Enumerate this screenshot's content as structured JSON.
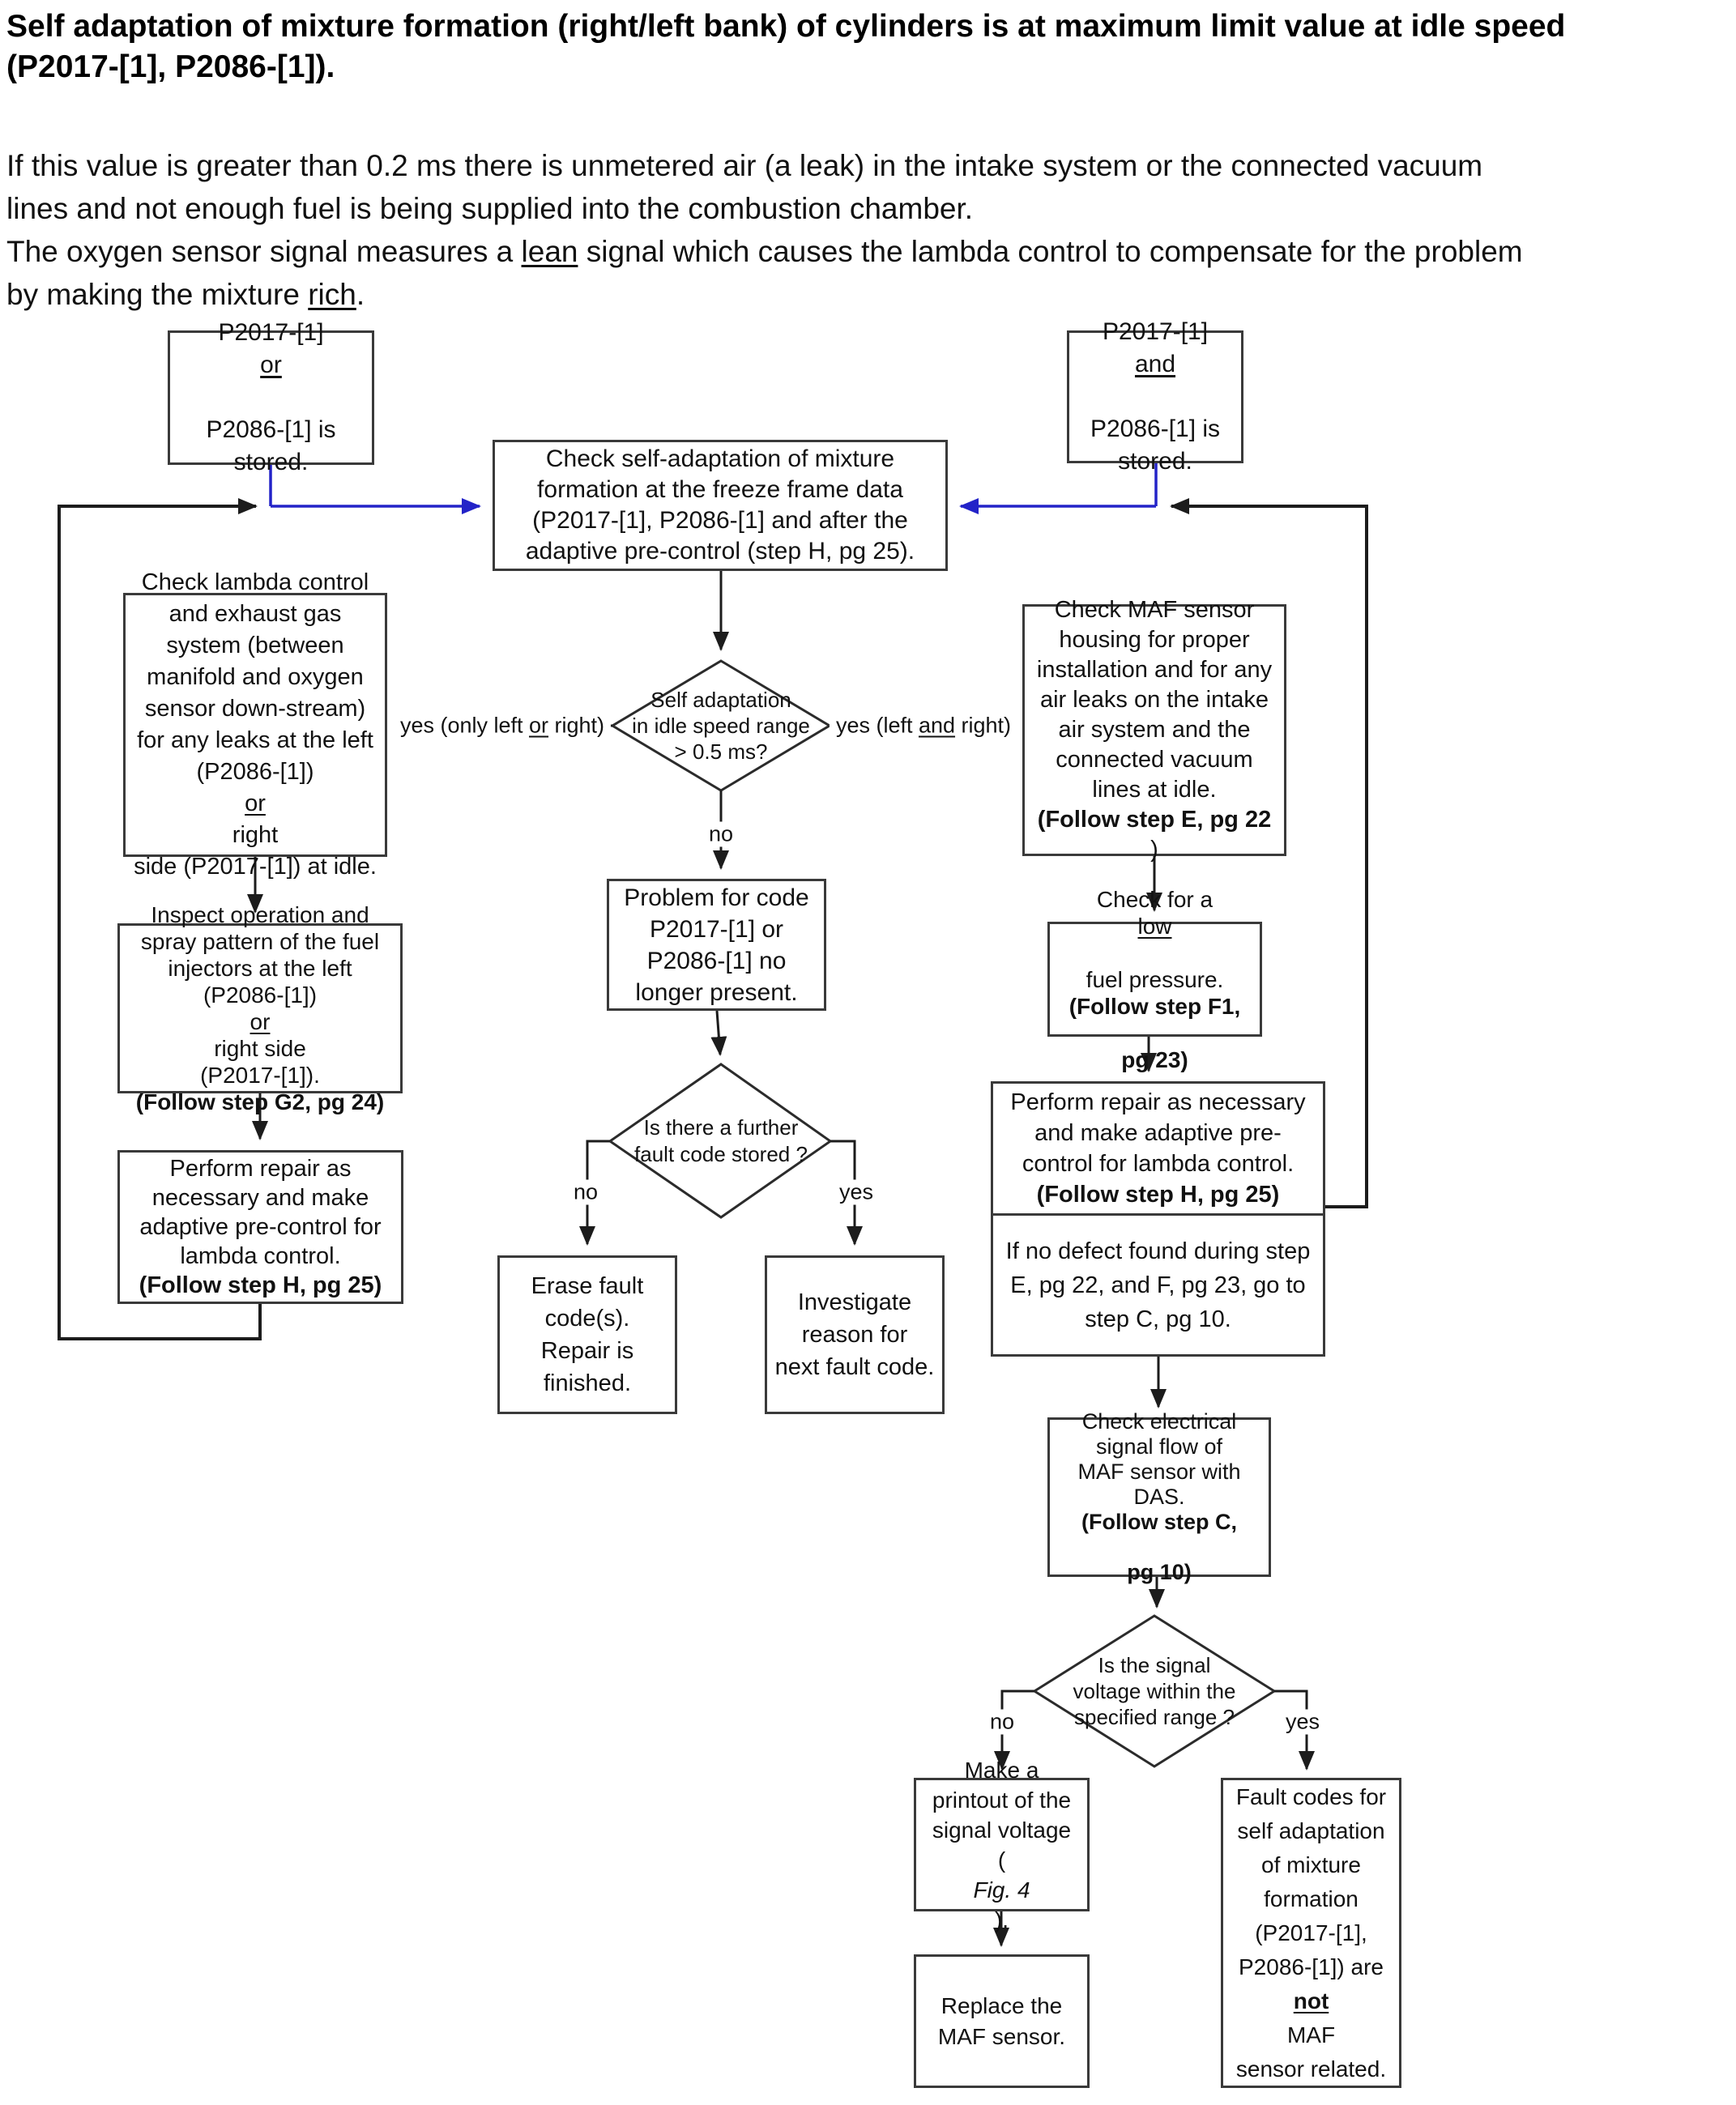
{
  "document": {
    "title_lines": [
      "Self adaptation of mixture formation (right/left bank) of cylinders is at maximum limit value at idle speed",
      "(P2017-[1], P2086-[1])."
    ],
    "intro_lines": [
      "If this value is greater than 0.2 ms there is unmetered air (a leak) in the intake system or the connected vacuum",
      "lines and not enough fuel is being supplied into the combustion chamber.",
      "The oxygen sensor signal measures a __lean__ signal which causes the lambda control to compensate for the problem",
      "by making the mixture __rich__."
    ]
  },
  "flowchart": {
    "colors": {
      "accent_blue": "#2323c8",
      "line_black": "#1c1c1c",
      "box_border": "#3a3a3a"
    },
    "nodes": {
      "stored_or": {
        "lines": [
          "P2017-[1] __or__",
          "P2086-[1] is",
          "stored."
        ]
      },
      "check_self_adaptation": {
        "lines": [
          "Check self-adaptation of mixture",
          "formation at the freeze frame data",
          "(P2017-[1], P2086-[1] and after the",
          "adaptive pre-control (step H, pg 25)."
        ]
      },
      "stored_and": {
        "lines": [
          "P2017-[1] __and__",
          "P2086-[1] is",
          "stored."
        ]
      },
      "check_lambda": {
        "lines": [
          "Check lambda control",
          "and exhaust gas",
          "system (between",
          "manifold and oxygen",
          "sensor down-stream)",
          "for any leaks at the left",
          "(P2086-[1]) __or__ right",
          "side (P2017-[1]) at idle."
        ]
      },
      "decision_idle_range": {
        "lines": [
          "Self adaptation",
          "in idle speed range",
          "> 0.5 ms?"
        ]
      },
      "check_maf_housing": {
        "lines": [
          "Check  MAF sensor",
          "housing for proper",
          "installation and  for any",
          "air leaks on the intake",
          "air system and the",
          "connected vacuum",
          "lines at idle.",
          "**(Follow step E, pg 22**)"
        ]
      },
      "problem_gone": {
        "lines": [
          "Problem for code",
          "P2017-[1] or",
          "P2086-[1] no",
          "longer present."
        ]
      },
      "decision_further_fault": {
        "lines": [
          "Is there a further",
          "fault code stored ?"
        ]
      },
      "erase_fault": {
        "lines": [
          "Erase fault",
          "code(s).",
          "Repair is",
          "finished."
        ]
      },
      "investigate": {
        "lines": [
          "Investigate",
          "reason for",
          "next fault code."
        ]
      },
      "inspect_injectors": {
        "lines": [
          "Inspect operation and",
          "spray pattern of the fuel",
          "injectors at the left",
          "(P2086-[1]) __or__ right side",
          "(P2017-[1]).",
          "**(Follow step G2, pg 24)**"
        ]
      },
      "perform_repair_left": {
        "lines": [
          "Perform repair as",
          "necessary and make",
          "adaptive pre-control for",
          "lambda control.",
          "**(Follow step H, pg 25)**"
        ]
      },
      "check_low_fuel": {
        "lines": [
          "Check for a __low__",
          "fuel pressure.",
          "**(Follow step F1,**",
          "**pg 23)**"
        ]
      },
      "perform_repair_right": {
        "lines": [
          "Perform repair as necessary",
          "and make adaptive pre-",
          "control for lambda control.",
          "**(Follow step H, pg 25)**"
        ]
      },
      "no_defect_found": {
        "lines": [
          "If no defect found during step",
          "E, pg 22, and F, pg 23, go to",
          "step C, pg 10."
        ]
      },
      "check_electrical": {
        "lines": [
          "Check electrical",
          "signal flow of",
          "MAF sensor with",
          "DAS.",
          "**(Follow step C,**",
          "**pg 10)**"
        ]
      },
      "decision_voltage": {
        "lines": [
          "Is the signal",
          "voltage  within the",
          "specified range ?"
        ]
      },
      "make_printout": {
        "lines": [
          "Make a",
          "printout of the",
          "signal voltage",
          "(//Fig. 4//)."
        ]
      },
      "replace_maf": {
        "lines": [
          "Replace the",
          "MAF sensor."
        ]
      },
      "fault_codes_not_maf": {
        "lines": [
          "Fault codes for",
          "self adaptation",
          "of mixture",
          "formation",
          "(P2017-[1],",
          "P2086-[1]) are",
          "**__not__**  MAF",
          "sensor related."
        ]
      }
    },
    "labels": {
      "yes_only": "yes (only left __or__ right)",
      "yes_both": "yes (left __and__ right)",
      "no_idle": "no",
      "no_further": "no",
      "yes_further": "yes",
      "no_voltage": "no",
      "yes_voltage": "yes"
    }
  }
}
